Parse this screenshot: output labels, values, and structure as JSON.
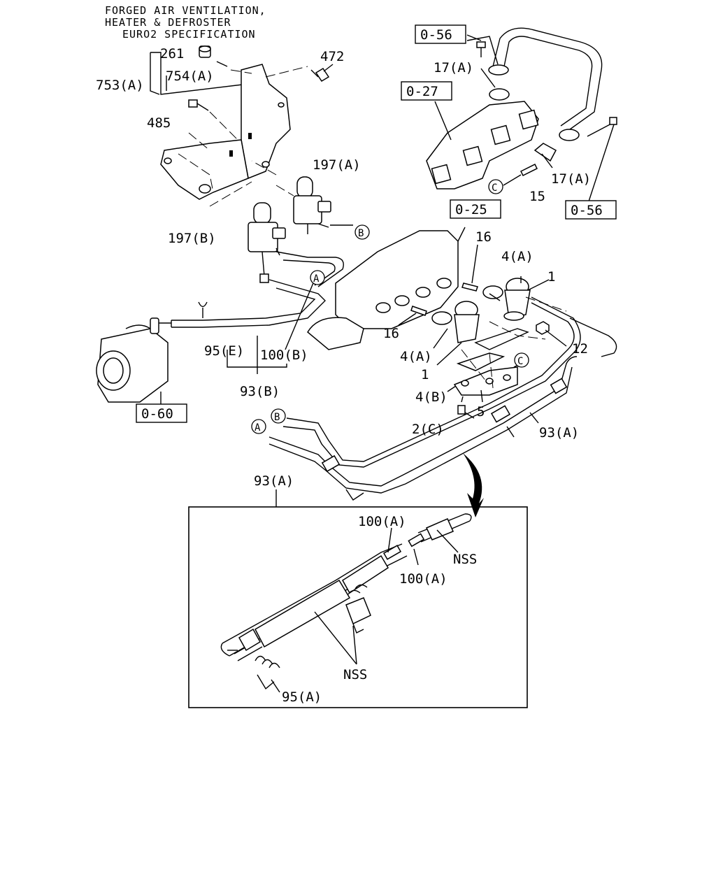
{
  "title_lines": [
    "FORGED AIR VENTILATION,",
    "HEATER & DEFROSTER",
    "EURO2 SPECIFICATION"
  ],
  "labels": {
    "p261": "261",
    "p754a": "754(A)",
    "p753a": "753(A)",
    "p472": "472",
    "p485": "485",
    "p197a": "197(A)",
    "p197b": "197(B)",
    "p95e": "95(E)",
    "p100b": "100(B)",
    "p93b": "93(B)",
    "p17a_top": "17(A)",
    "p17a_right": "17(A)",
    "p15": "15",
    "p16_top": "16",
    "p16_mid": "16",
    "p4a_top": "4(A)",
    "p4a_mid": "4(A)",
    "p4b": "4(B)",
    "p1_top": "1",
    "p1_mid": "1",
    "p12": "12",
    "p5": "5",
    "p2c": "2(C)",
    "p93a_right": "93(A)",
    "p93a_detail": "93(A)",
    "p100a_top": "100(A)",
    "p100a_bottom": "100(A)",
    "nss_top": "NSS",
    "nss_bottom": "NSS",
    "p95a": "95(A)"
  },
  "boxed_refs": {
    "r056_top": "0-56",
    "r027": "0-27",
    "r056_right": "0-56",
    "r025": "0-25",
    "r060": "0-60"
  },
  "circled_refs": {
    "a1": "A",
    "b1": "B",
    "a2": "A",
    "b2": "B",
    "c1": "C",
    "c2": "C"
  }
}
